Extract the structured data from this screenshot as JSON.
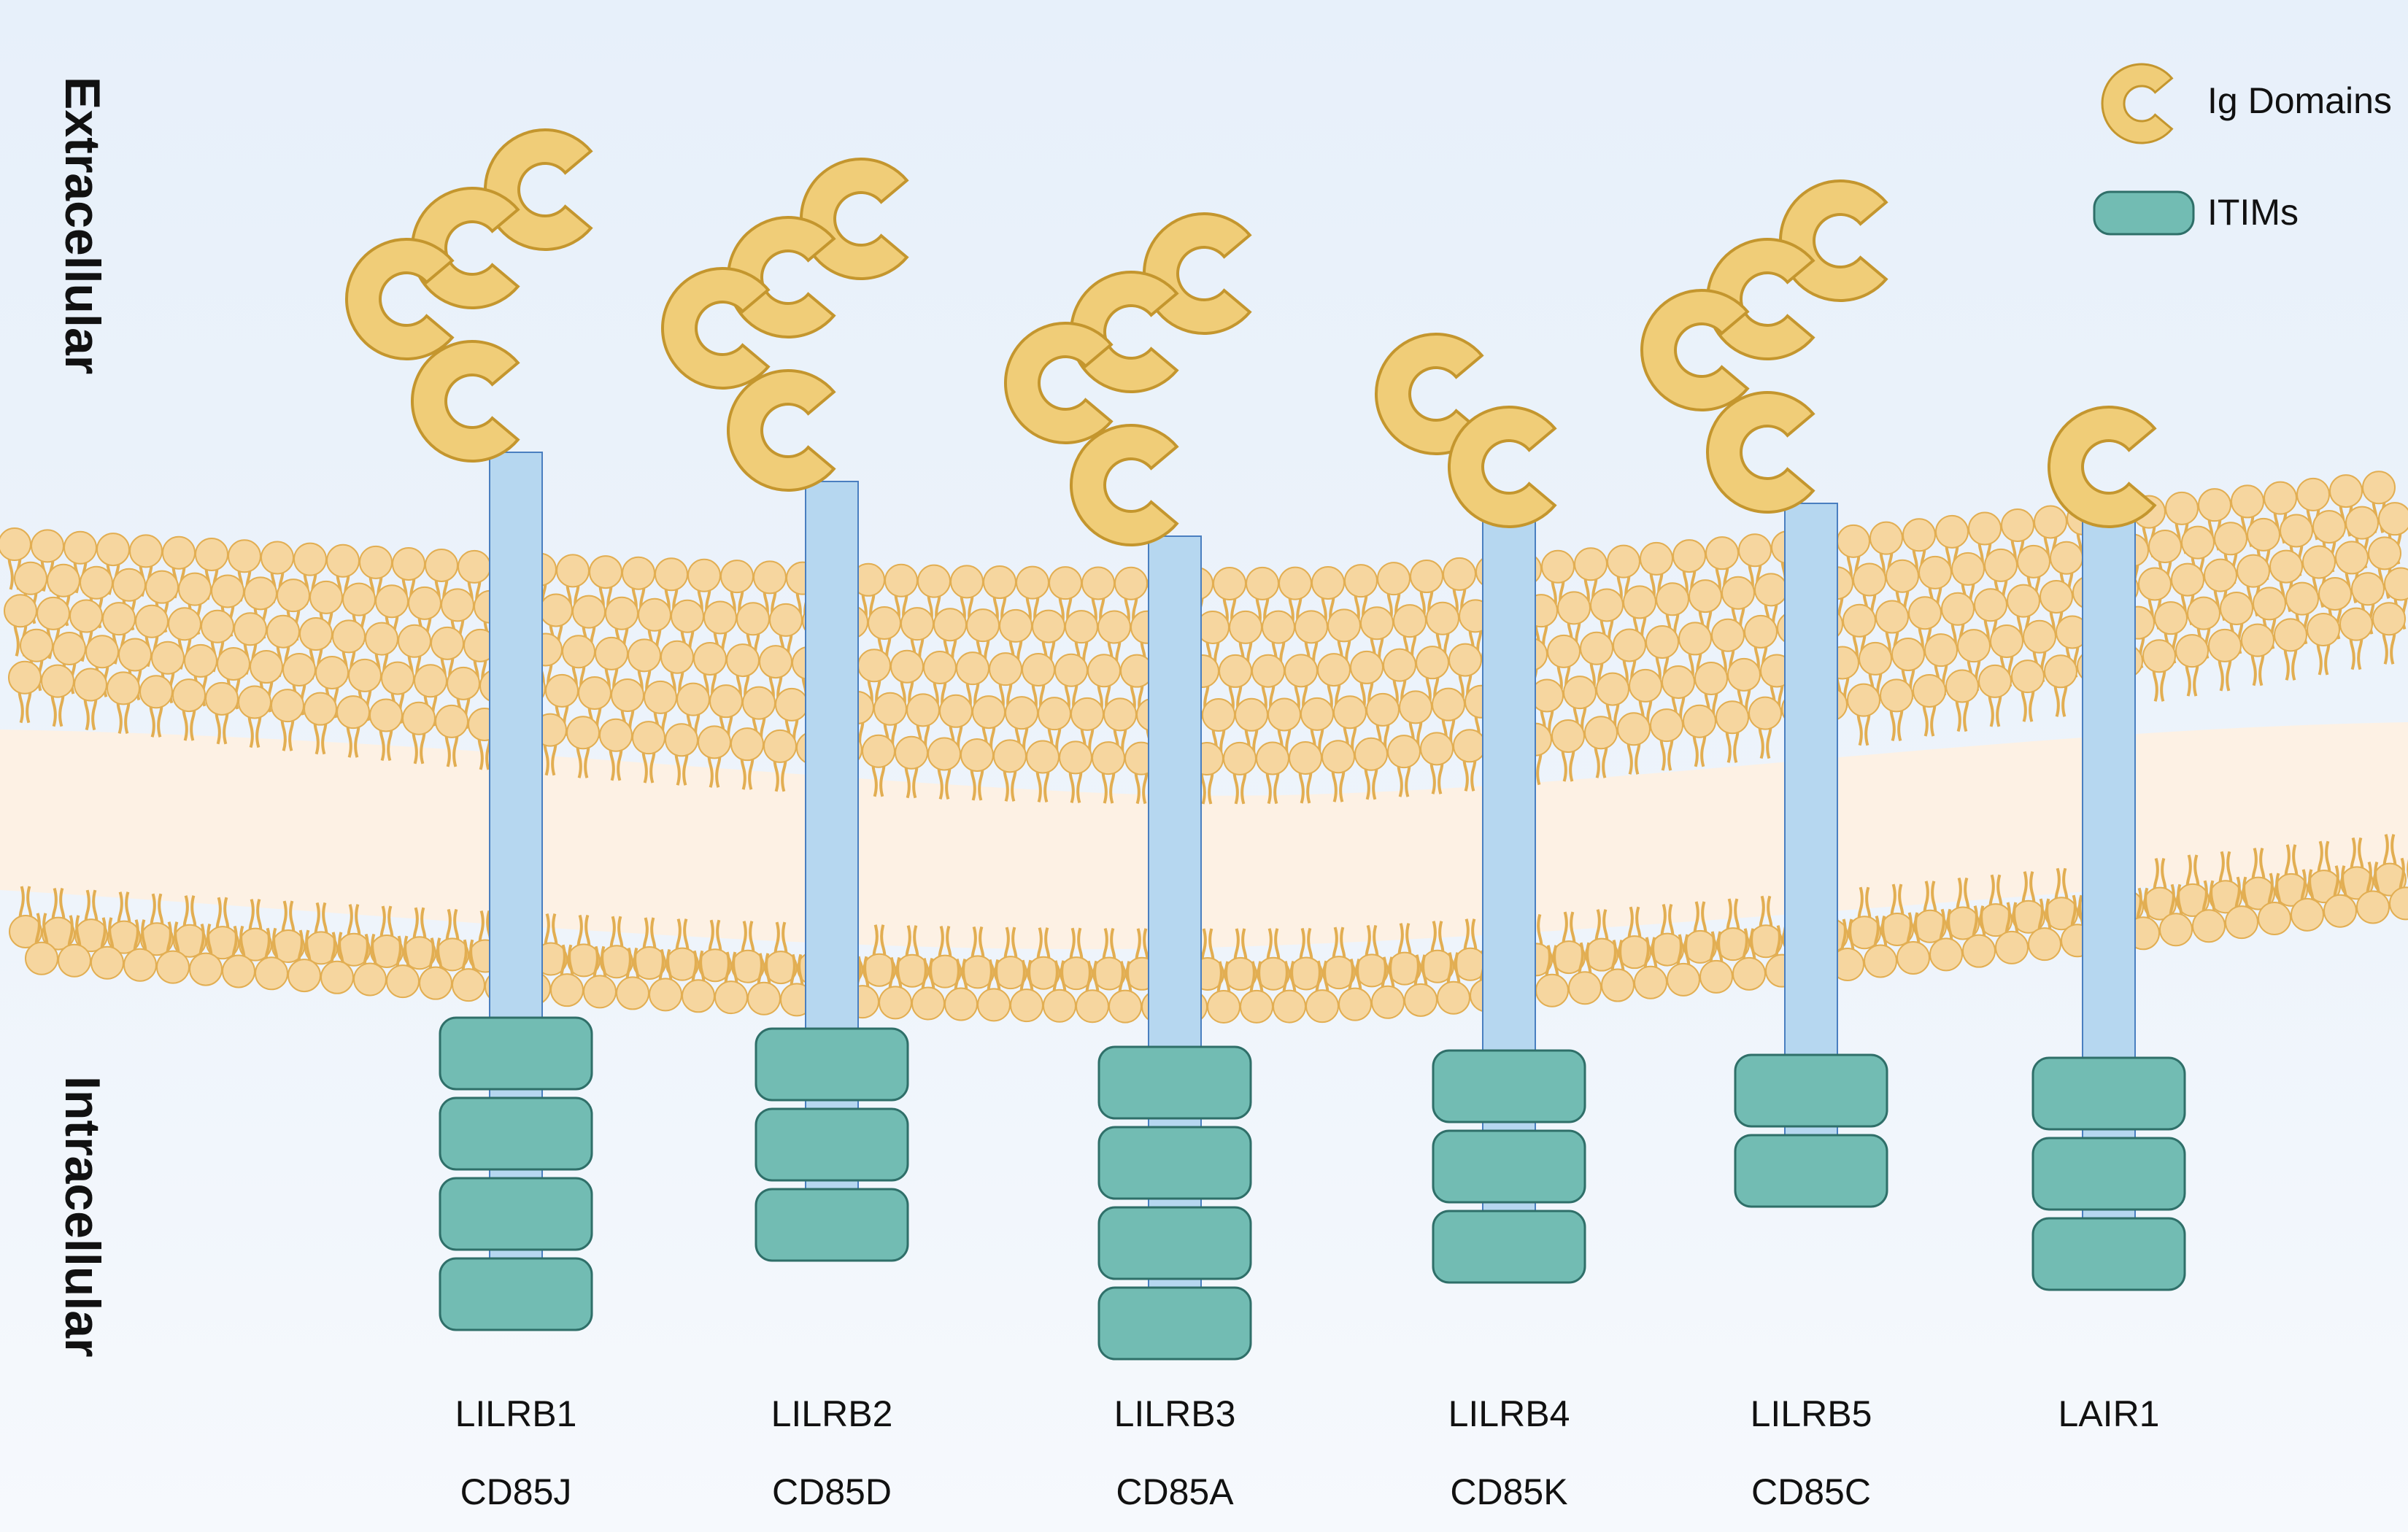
{
  "regions": {
    "top": "Extracellular",
    "bottom": "Intracellular"
  },
  "legend": {
    "ig_label": "Ig Domains",
    "itim_label": "ITIMs"
  },
  "colors": {
    "ig_domain": "#f0cd78",
    "ig_stroke": "#c4962e",
    "itim": "#72bcb3",
    "itim_stroke": "#2f6f69",
    "stalk": "#b6d7f0",
    "stalk_stroke": "#4a7fc0",
    "lipid_head": "#f6d69f",
    "lipid_stroke": "#e2ae52",
    "membrane_core": "#fdf1e4",
    "bg_top": "#e7f0fa",
    "bg_bottom": "#f4f8fd"
  },
  "receptors": [
    {
      "name": "LILRB1",
      "alias": "CD85J",
      "ig_domains": 4,
      "itims": 4
    },
    {
      "name": "LILRB2",
      "alias": "CD85D",
      "ig_domains": 4,
      "itims": 3
    },
    {
      "name": "LILRB3",
      "alias": "CD85A",
      "ig_domains": 4,
      "itims": 4
    },
    {
      "name": "LILRB4",
      "alias": "CD85K",
      "ig_domains": 2,
      "itims": 3
    },
    {
      "name": "LILRB5",
      "alias": "CD85C",
      "ig_domains": 4,
      "itims": 2
    },
    {
      "name": "LAIR1",
      "alias": "",
      "ig_domains": 1,
      "itims": 3
    }
  ]
}
